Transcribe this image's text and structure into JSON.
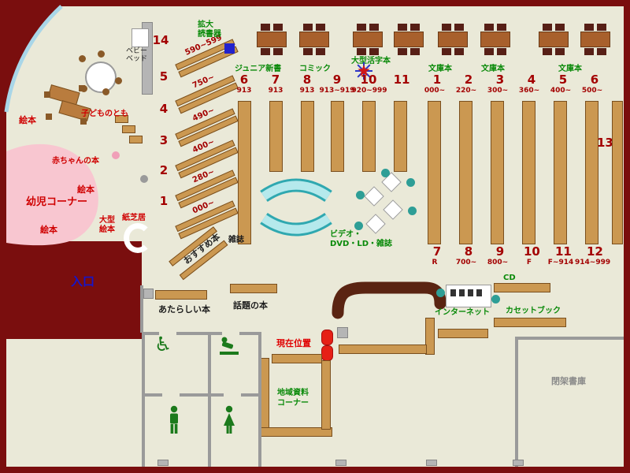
{
  "palette": {
    "frame": "#7a0e0e",
    "floor": "#eae9d8",
    "shelf": "#cb9851",
    "accent_green": "#0a8a0a",
    "accent_red": "#cf0000",
    "accent_blue": "#1515cc",
    "pink": "#f8c6d0",
    "cyan": "#b5e9ec",
    "current_pin": "#e62016"
  },
  "icons": {
    "wheelchair_glyph": "♿"
  },
  "kids": {
    "labels": {
      "ehon1": "絵本",
      "ehon2": "絵本",
      "ehon3": "絵本",
      "baby_books": "赤ちゃんの本",
      "kodomo_no_tomo": "子どものとも",
      "corner": "幼児コーナー",
      "ogata_l1": "大型",
      "ogata_l2": "絵本",
      "kamishibai": "紙芝居",
      "baby_bed_l1": "ベビー",
      "baby_bed_l2": "ベッド"
    },
    "shelves": [
      {
        "no": "14",
        "range": "590~599"
      },
      {
        "no": "5",
        "range": "750~"
      },
      {
        "no": "4",
        "range": "490~"
      },
      {
        "no": "3",
        "range": "400~"
      },
      {
        "no": "2",
        "range": "280~"
      },
      {
        "no": "1",
        "range": "000~"
      }
    ],
    "recommend": "おすすめ本"
  },
  "top": {
    "magnifier_l1": "拡大",
    "magnifier_l2": "読書器",
    "sections": [
      "ジュニア新書",
      "コミック",
      "大型活字本",
      "文庫本",
      "文庫本",
      "文庫本"
    ]
  },
  "left_stacks": {
    "columns": [
      {
        "no": "6",
        "range": "913"
      },
      {
        "no": "7",
        "range": "913"
      },
      {
        "no": "8",
        "range": "913"
      },
      {
        "no": "9",
        "range": "913~919"
      },
      {
        "no": "10",
        "range": "920~999"
      },
      {
        "no": "11",
        "range": ""
      }
    ],
    "magazine": "雑誌",
    "video_l1": "ビデオ・",
    "video_l2": "DVD・LD・雑誌"
  },
  "right_stacks": {
    "top": [
      {
        "no": "1",
        "range": "000~"
      },
      {
        "no": "2",
        "range": "220~"
      },
      {
        "no": "3",
        "range": "300~"
      },
      {
        "no": "4",
        "range": "360~"
      },
      {
        "no": "5",
        "range": "400~"
      },
      {
        "no": "6",
        "range": "500~"
      }
    ],
    "bottom": [
      {
        "no": "7",
        "range": "R"
      },
      {
        "no": "8",
        "range": "700~"
      },
      {
        "no": "9",
        "range": "800~"
      },
      {
        "no": "10",
        "range": "F"
      },
      {
        "no": "11",
        "range": "F~914"
      },
      {
        "no": "12",
        "range": "914~999"
      }
    ],
    "wall_shelf_no": "13"
  },
  "bottom": {
    "entrance": "入口",
    "new_books": "あたらしい本",
    "topic_books": "話題の本",
    "current_position": "現在位置",
    "local_l1": "地域資料",
    "local_l2": "コーナー",
    "internet": "インターネット",
    "cd": "CD",
    "cassette": "カセットブック",
    "closed_stacks": "閉架書庫"
  }
}
